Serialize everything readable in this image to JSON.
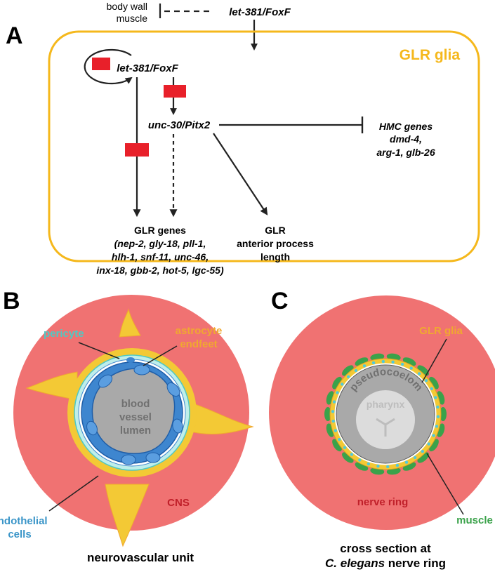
{
  "panel_a": {
    "letter": "A",
    "top_label_line1": "body wall",
    "top_label_line2": "muscle",
    "top_gene": "let-381/FoxF",
    "box_title": "GLR glia",
    "node_let381": "let-381/FoxF",
    "node_unc30": "unc-30/Pitx2",
    "hmc_line1": "HMC genes",
    "hmc_line2": "dmd-4,",
    "hmc_line3": "arg-1, glb-26",
    "glr_genes_title": "GLR genes",
    "glr_genes_line1": "(nep-2, gly-18, pll-1,",
    "glr_genes_line2": "hlh-1, snf-11, unc-46,",
    "glr_genes_line3": "inx-18, gbb-2, hot-5, lgc-55)",
    "glr_process_line1": "GLR",
    "glr_process_line2": "anterior process",
    "glr_process_line3": "length"
  },
  "panel_b": {
    "letter": "B",
    "pericyte": "pericyte",
    "astro_line1": "astrocyte",
    "astro_line2": "endfeet",
    "lumen_line1": "blood",
    "lumen_line2": "vessel",
    "lumen_line3": "lumen",
    "endo_line1": "endothelial",
    "endo_line2": "cells",
    "cns": "CNS",
    "caption": "neurovascular unit"
  },
  "panel_c": {
    "letter": "C",
    "glr_glia": "GLR glia",
    "pseudocoelom": "pseudocoelom",
    "pharynx": "pharynx",
    "nerve_ring": "nerve ring",
    "muscle": "muscle",
    "caption_line1": "cross section at",
    "caption_line2": "C. elegans nerve ring"
  },
  "colors": {
    "glr_orange": "#f5b81c",
    "inhibit_red": "#e8202a",
    "cns_pink": "#f07272",
    "astro_yellow": "#f3c935",
    "pericyte_cyan": "#8fdcd8",
    "endothelial_blue": "#3e86cf",
    "lumen_gray": "#a9a9a9",
    "muscle_green": "#3aa24a",
    "pericyte_label": "#4fc9c4",
    "astro_label": "#f0a830",
    "endo_label": "#3a95c8",
    "cns_label": "#c0202a",
    "glia_dot": "#4fc9dc"
  }
}
